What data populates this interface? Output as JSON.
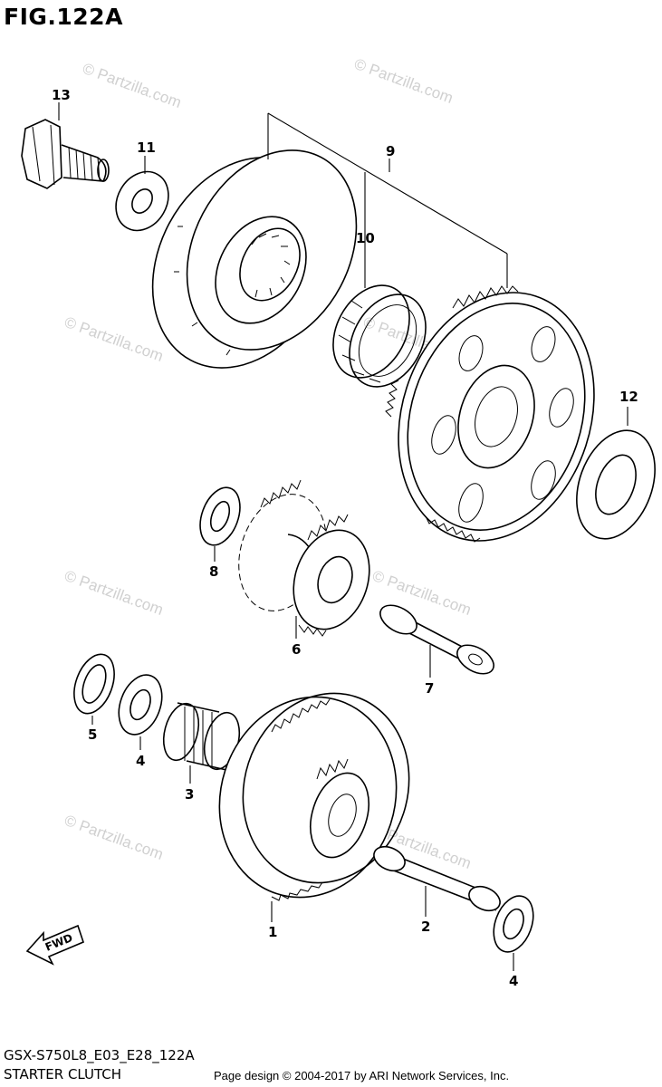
{
  "figure_title": "FIG.122A",
  "footer": {
    "model_code": "GSX-S750L8_E03_E28_122A",
    "section_name": "STARTER CLUTCH",
    "credit": "Page design © 2004-2017 by ARI Network Services, Inc."
  },
  "watermark_text": "© Partzilla.com",
  "fwd_label": "FWD",
  "callouts": {
    "c1": "1",
    "c2": "2",
    "c3": "3",
    "c4a": "4",
    "c4b": "4",
    "c5": "5",
    "c6": "6",
    "c7": "7",
    "c8": "8",
    "c9": "9",
    "c10": "10",
    "c11": "11",
    "c12": "12",
    "c13": "13"
  }
}
